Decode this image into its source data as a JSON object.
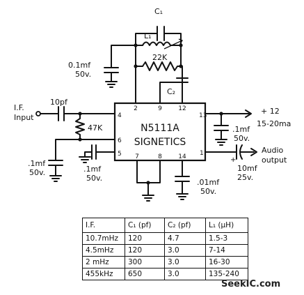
{
  "circuit": {
    "ic_name": "N5111A",
    "ic_maker": "SIGNETICS",
    "pins": {
      "p2": "2",
      "p9": "9",
      "p12": "12",
      "p4": "4",
      "p6": "6",
      "p5": "5",
      "p13": "13",
      "p1": "1",
      "p7": "7",
      "p8": "8",
      "p14": "14"
    },
    "c1": "C₁",
    "l1": "L₁",
    "r_feedback": "22K",
    "c2": "C₂",
    "c_top_value": "0.1mf",
    "c_top_voltage": "50v.",
    "if_input_label_1": "I.F.",
    "if_input_label_2": "Input",
    "c_input": "10pf",
    "r_bias": "47K",
    "c_pin5_value": ".1mf",
    "c_pin5_voltage": "50v.",
    "c_input_gnd_value": ".1mf",
    "c_input_gnd_voltage": "50v.",
    "c_pin14_value": ".01mf",
    "c_pin14_voltage": "50v.",
    "supply_label_1": "+ 12",
    "supply_label_2": "15-20ma",
    "c_supply_value": ".1mf",
    "c_supply_voltage": "50v.",
    "audio_label_1": "Audio",
    "audio_label_2": "output",
    "c_out_value": "10mf",
    "c_out_voltage": "25v.",
    "c_out_polarity": "+"
  },
  "table": {
    "headers": [
      "I.F.",
      "C₁ (pf)",
      "C₂ (pf)",
      "L₁ (μH)"
    ],
    "rows": [
      [
        "10.7mHz",
        "120",
        "4.7",
        "1.5-3"
      ],
      [
        "4.5mHz",
        "120",
        "3.0",
        "7-14"
      ],
      [
        "2 mHz",
        "300",
        "3.0",
        "16-30"
      ],
      [
        "455kHz",
        "650",
        "3.0",
        "135-240"
      ]
    ]
  },
  "watermark": "SeekIC.com"
}
